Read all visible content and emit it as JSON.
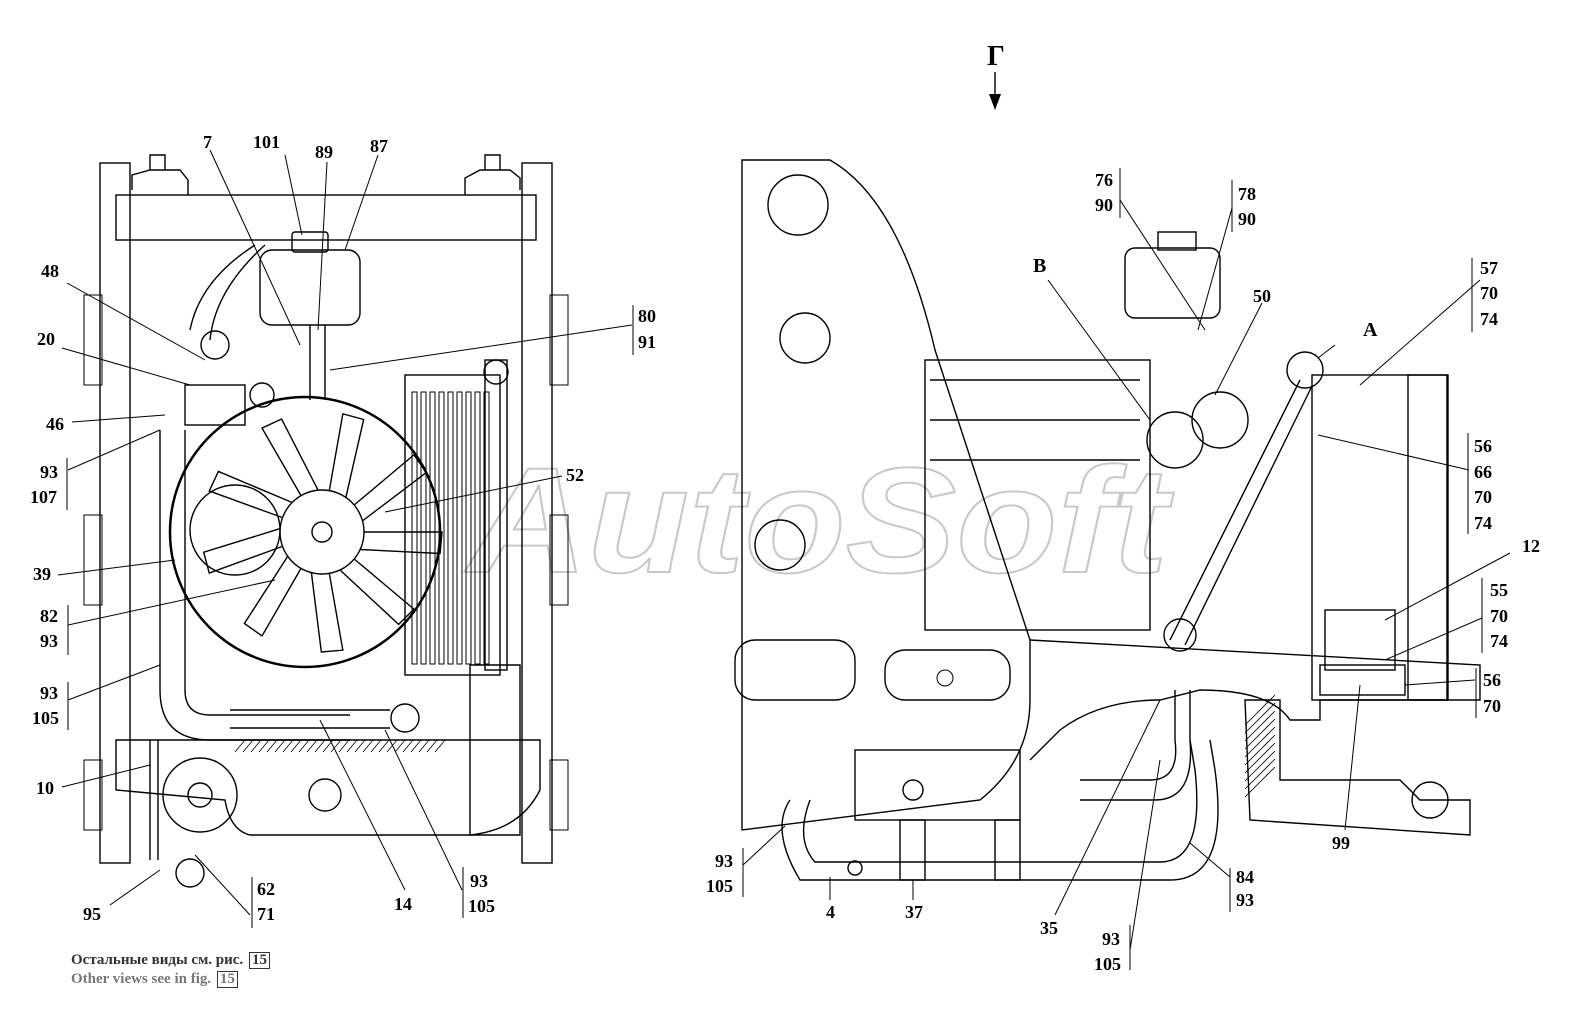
{
  "view_label": "Г",
  "detail_labels": {
    "a": "А",
    "b": "В"
  },
  "watermark": "AutoSoft",
  "note": {
    "ru_text": "Остальные виды см. рис.",
    "en_text": "Other views see in fig.",
    "fig_ref": "15"
  },
  "callouts_left": [
    {
      "id": "c7",
      "text": "7"
    },
    {
      "id": "c101",
      "text": "101"
    },
    {
      "id": "c89",
      "text": "89"
    },
    {
      "id": "c87",
      "text": "87"
    },
    {
      "id": "c48",
      "text": "48"
    },
    {
      "id": "c20",
      "text": "20"
    },
    {
      "id": "c46",
      "text": "46"
    },
    {
      "id": "c93a",
      "text": "93"
    },
    {
      "id": "c107",
      "text": "107"
    },
    {
      "id": "c39",
      "text": "39"
    },
    {
      "id": "c82",
      "text": "82"
    },
    {
      "id": "c93b",
      "text": "93"
    },
    {
      "id": "c93c",
      "text": "93"
    },
    {
      "id": "c105a",
      "text": "105"
    },
    {
      "id": "c10",
      "text": "10"
    },
    {
      "id": "c95",
      "text": "95"
    },
    {
      "id": "c62",
      "text": "62"
    },
    {
      "id": "c71",
      "text": "71"
    },
    {
      "id": "c14",
      "text": "14"
    },
    {
      "id": "c93d",
      "text": "93"
    },
    {
      "id": "c105b",
      "text": "105"
    },
    {
      "id": "c52",
      "text": "52"
    },
    {
      "id": "c80",
      "text": "80"
    },
    {
      "id": "c91",
      "text": "91"
    }
  ],
  "callouts_right": [
    {
      "id": "c76",
      "text": "76"
    },
    {
      "id": "c90a",
      "text": "90"
    },
    {
      "id": "c78",
      "text": "78"
    },
    {
      "id": "c90b",
      "text": "90"
    },
    {
      "id": "c50",
      "text": "50"
    },
    {
      "id": "c57",
      "text": "57"
    },
    {
      "id": "c70a",
      "text": "70"
    },
    {
      "id": "c74a",
      "text": "74"
    },
    {
      "id": "c56a",
      "text": "56"
    },
    {
      "id": "c66",
      "text": "66"
    },
    {
      "id": "c70b",
      "text": "70"
    },
    {
      "id": "c74b",
      "text": "74"
    },
    {
      "id": "c12",
      "text": "12"
    },
    {
      "id": "c55",
      "text": "55"
    },
    {
      "id": "c70c",
      "text": "70"
    },
    {
      "id": "c74c",
      "text": "74"
    },
    {
      "id": "c56b",
      "text": "56"
    },
    {
      "id": "c70d",
      "text": "70"
    },
    {
      "id": "c99",
      "text": "99"
    },
    {
      "id": "c84",
      "text": "84"
    },
    {
      "id": "c93e",
      "text": "93"
    },
    {
      "id": "c93f",
      "text": "93"
    },
    {
      "id": "c105c",
      "text": "105"
    },
    {
      "id": "c35",
      "text": "35"
    },
    {
      "id": "c37",
      "text": "37"
    },
    {
      "id": "c4",
      "text": "4"
    },
    {
      "id": "c93g",
      "text": "93"
    },
    {
      "id": "c105d",
      "text": "105"
    }
  ]
}
